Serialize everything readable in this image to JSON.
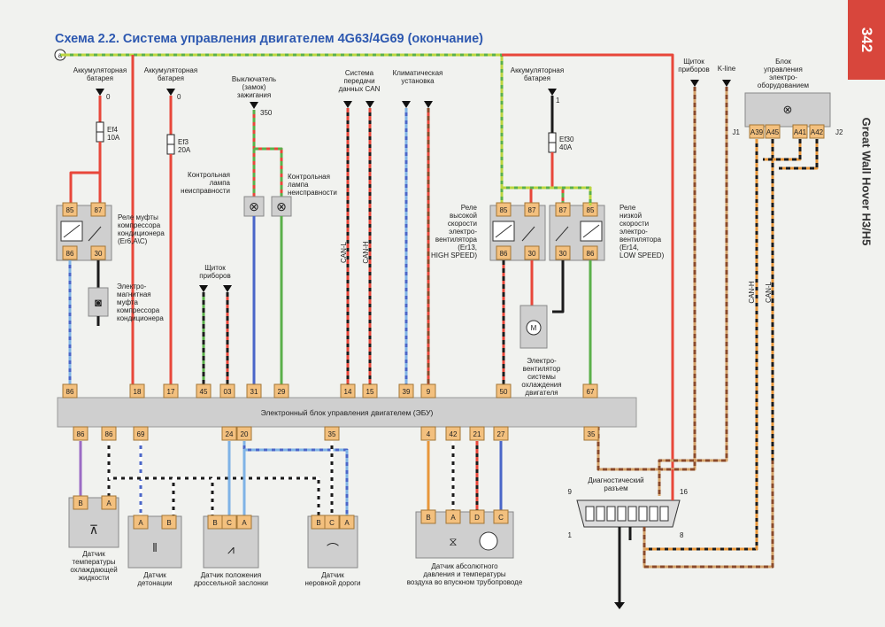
{
  "page": {
    "title": "Схема 2.2. Система управления двигателем 4G63/4G69 (окончание)",
    "page_number": "342",
    "side_title": "Great Wall Hover H3/H5",
    "marker_a": "a"
  },
  "ecu": {
    "label": "Электронный блок управления двигателем (ЭБУ)"
  },
  "labels": {
    "battery1": [
      "Аккумуляторная",
      "батарея"
    ],
    "battery2": [
      "Аккумуляторная",
      "батарея"
    ],
    "ignition": [
      "Выключатель",
      "(замок)",
      "зажигания"
    ],
    "can_system": [
      "Система",
      "передачи",
      "данных CAN"
    ],
    "climate": [
      "Климатическая",
      "установка"
    ],
    "battery3": [
      "Аккумуляторная",
      "батарея"
    ],
    "dash_top": [
      "Щиток",
      "приборов"
    ],
    "kline": "K-line",
    "body_ctrl": [
      "Блок",
      "управления",
      "электро-",
      "оборудованием"
    ],
    "fuse_ef4": [
      "Ef4",
      "10A"
    ],
    "fuse_ef3": [
      "Ef3",
      "20A"
    ],
    "fuse_ef30": [
      "Ef30",
      "40A"
    ],
    "supply_0a": "0",
    "supply_0b": "0",
    "supply_350": "350",
    "supply_1": "1",
    "lamp_left": [
      "Контрольная",
      "лампа",
      "неисправности"
    ],
    "lamp_right": [
      "Контрольная",
      "лампа",
      "неисправности"
    ],
    "relay_ac": [
      "Реле муфты",
      "компрессора",
      "кондиционера",
      "(Er6,A\\C)"
    ],
    "clutch": [
      "Электро-",
      "магнитная",
      "муфта",
      "компрессора",
      "кондиционера"
    ],
    "dash_mid": [
      "Щиток",
      "приборов"
    ],
    "can_l": "CAN-L",
    "can_h": "CAN-H",
    "relay_high": [
      "Реле",
      "высокой",
      "скорости",
      "электро-",
      "вентилятора",
      "(Er13,",
      "HIGH SPEED)"
    ],
    "relay_low": [
      "Реле",
      "низкой",
      "скорости",
      "электро-",
      "вентилятора",
      "(Er14,",
      "LOW SPEED)"
    ],
    "fan": [
      "Электро-",
      "вентилятор",
      "системы",
      "охлаждения",
      "двигателя"
    ],
    "can_h_r": "CAN-H",
    "can_l_r": "CAN-L",
    "j1": "J1",
    "j2": "J2",
    "diag": [
      "Диагностический",
      "разъем"
    ],
    "diag_pin9": "9",
    "diag_pin16": "16",
    "diag_pin1": "1",
    "diag_pin8": "8",
    "sensor_coolant": [
      "Датчик",
      "температуры",
      "охлаждающей",
      "жидкости"
    ],
    "sensor_knock": [
      "Датчик",
      "детонации"
    ],
    "sensor_throttle": [
      "Датчик положения",
      "дроссельной заслонки"
    ],
    "sensor_rough": [
      "Датчик",
      "неровной дороги"
    ],
    "sensor_map": [
      "Датчик абсолютного",
      "давления и температуры",
      "воздуха во впускном трубопроводе"
    ]
  },
  "pins": {
    "relay_ac": [
      "85",
      "87",
      "86",
      "30"
    ],
    "relay_high": [
      "85",
      "87",
      "86",
      "30"
    ],
    "relay_low": [
      "87",
      "85",
      "30",
      "86"
    ],
    "body_ctrl": [
      "A39",
      "A45",
      "A41",
      "A42"
    ],
    "ecu_top": [
      "86",
      "18",
      "17",
      "45",
      "03",
      "31",
      "29",
      "14",
      "15",
      "39",
      "9",
      "50",
      "67"
    ],
    "ecu_bottom": [
      "86",
      "86",
      "69",
      "24",
      "20",
      "35",
      "4",
      "42",
      "21",
      "27",
      "35"
    ],
    "sensor_coolant": [
      "B",
      "A"
    ],
    "sensor_knock": [
      "A",
      "B"
    ],
    "sensor_throttle": [
      "B",
      "C",
      "A"
    ],
    "sensor_rough": [
      "B",
      "C",
      "A"
    ],
    "sensor_map": [
      "B",
      "A",
      "D",
      "C"
    ]
  },
  "colors": {
    "red": "#e8473a",
    "blue": "#4a66c8",
    "green": "#5ab04a",
    "brown": "#8a4a2a",
    "black": "#1b1b1b",
    "ltblue": "#7fb3e6",
    "tan": "#d4a169",
    "yelgreen": "#bcd640",
    "purple": "#9b6bc4",
    "orange": "#e8963a",
    "block": "#cfcfcf",
    "pinfill": "#f3c07e"
  }
}
